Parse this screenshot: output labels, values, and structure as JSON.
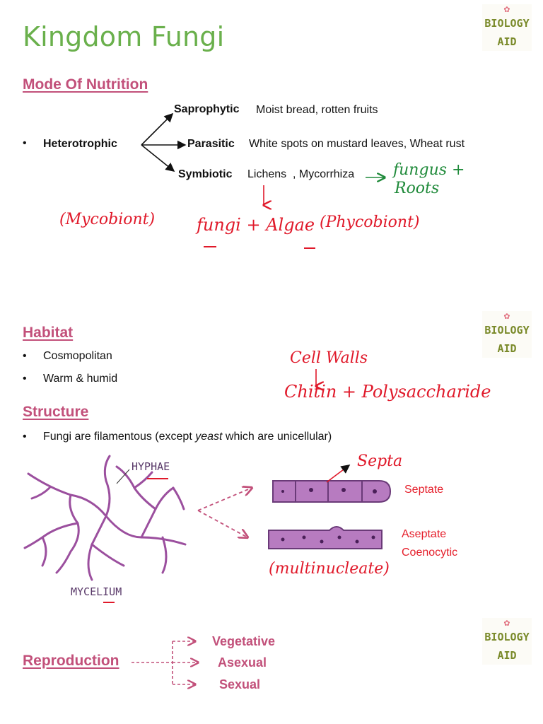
{
  "page": {
    "title": "Kingdom Fungi"
  },
  "logo": {
    "line1": "BIOLOGY",
    "line2": "AID"
  },
  "nutrition": {
    "heading": "Mode Of Nutrition",
    "bullet": "•",
    "type": "Heterotrophic",
    "branches": [
      {
        "label": "Saprophytic",
        "example": "Moist bread, rotten fruits"
      },
      {
        "label": "Parasitic",
        "example": "White spots on mustard leaves, Wheat rust"
      },
      {
        "label": "Symbiotic",
        "example_a": "Lichens",
        "example_b": ", Mycorrhiza"
      }
    ],
    "notes": {
      "fungus_roots_1": "fungus +",
      "fungus_roots_2": "Roots",
      "mycobiont": "(Mycobiont)",
      "fungi_algae": "fungi + Algae",
      "phycobiont": "(Phycobiont)"
    }
  },
  "habitat": {
    "heading": "Habitat",
    "items": [
      "Cosmopolitan",
      "Warm & humid"
    ],
    "notes": {
      "cell_walls": "Cell Walls",
      "chitin": "Chitin + Polysaccharide"
    }
  },
  "structure": {
    "heading": "Structure",
    "sentence_pre": "Fungi are filamentous (except ",
    "sentence_em": "yeast",
    "sentence_post": " which are unicellular)",
    "labels": {
      "hyphae": "HYPHAE",
      "mycelium": "MYCELIUM",
      "septa": "Septa",
      "septate": "Septate",
      "aseptate": "Aseptate",
      "coenocytic": "Coenocytic",
      "multinucleate": "(multinucleate)"
    }
  },
  "reproduction": {
    "heading": "Reproduction",
    "types": [
      "Vegetative",
      "Asexual",
      "Sexual"
    ]
  },
  "colors": {
    "title_green": "#6ab04c",
    "heading_pink": "#c2507a",
    "ink_red": "#e0192a",
    "ink_green": "#1f8a3a",
    "hyphae_purple": "#9b4f9e"
  }
}
